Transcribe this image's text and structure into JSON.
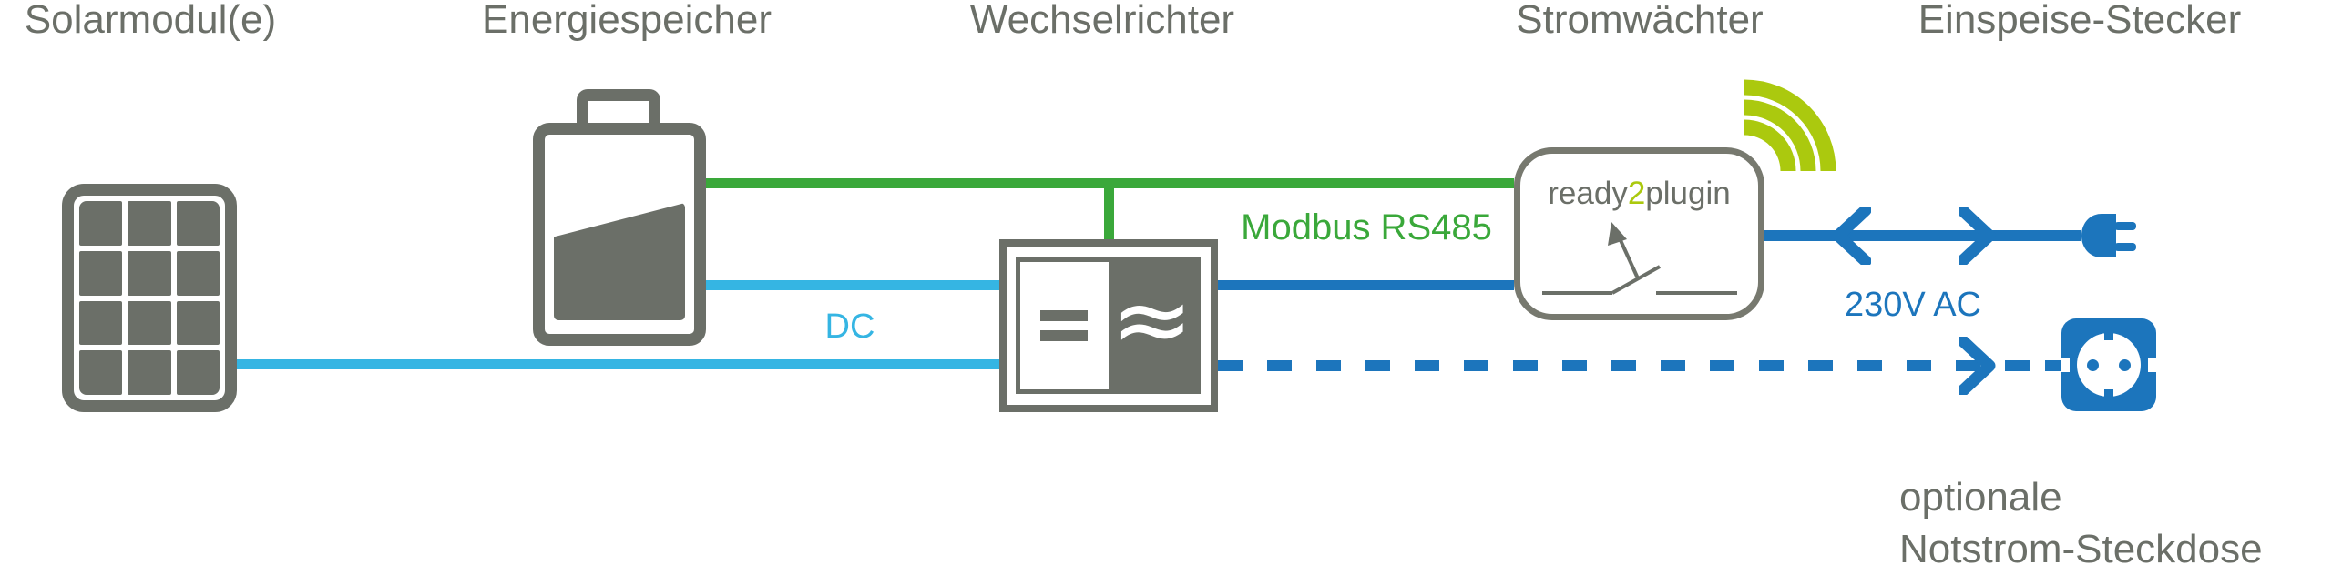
{
  "diagram": {
    "titles": [
      {
        "id": "solarmodule",
        "label": "Solarmodul(e)"
      },
      {
        "id": "energiespeicher",
        "label": "Energiespeicher"
      },
      {
        "id": "wechselrichter",
        "label": "Wechselrichter"
      },
      {
        "id": "stromwaechter",
        "label": "Stromwächter"
      },
      {
        "id": "einspeise_stecker",
        "label": "Einspeise-Stecker"
      }
    ],
    "device": {
      "brand_pre": "ready",
      "brand_num": "2",
      "brand_post": "plugin"
    },
    "line_labels": {
      "dc": "DC",
      "modbus": "Modbus RS485",
      "ac": "230V AC",
      "optional_line1": "optionale",
      "optional_line2": "Notstrom-Steckdose"
    },
    "icons": [
      "solar-panel-icon",
      "battery-icon",
      "inverter-icon",
      "wifi-signal-icon",
      "switch-icon",
      "power-plug-icon",
      "schuko-socket-icon"
    ],
    "colors": {
      "gray": "#6b6f68",
      "green": "#3aa83a",
      "cyan": "#35b5e3",
      "blue": "#1c75bc",
      "lime": "#abc90e",
      "bg": "#ffffff"
    }
  }
}
